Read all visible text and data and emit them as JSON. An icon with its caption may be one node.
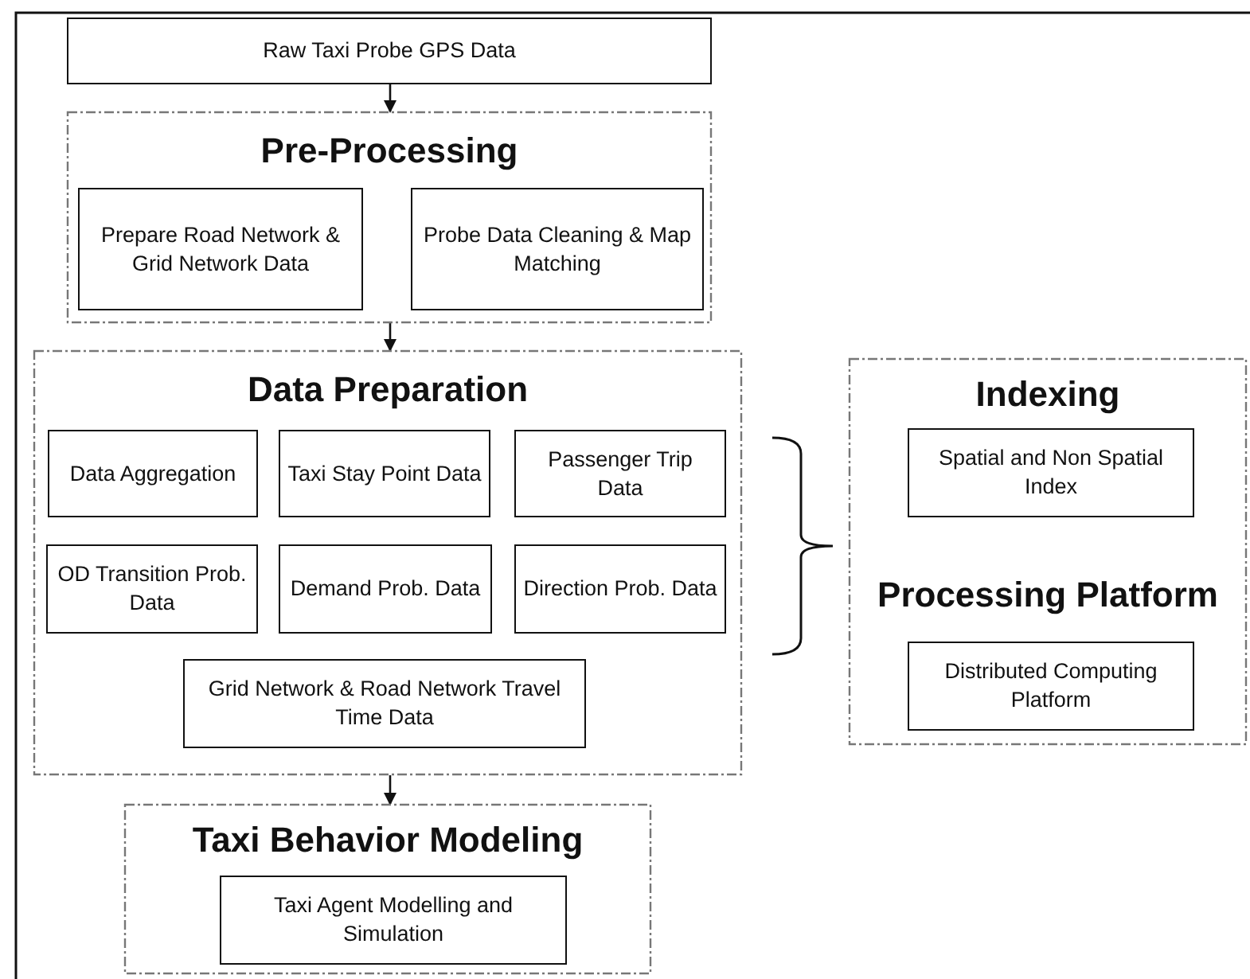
{
  "diagram": {
    "nodes": [
      {
        "text": [
          "Raw Taxi Probe GPS Data"
        ]
      },
      {
        "text": [
          "Pre-Processing"
        ]
      },
      {
        "text": [
          "Prepare Road Network &  Grid Network Data"
        ],
        "in": 1
      },
      {
        "text": [
          "Probe Data Cleaning & Map Matching"
        ],
        "in": 1
      },
      {
        "text": [
          "Data Preparation"
        ]
      },
      {
        "text": [
          "Data Aggregation"
        ],
        "in": 4
      },
      {
        "text": [
          "Taxi Stay Point Data"
        ],
        "in": 4
      },
      {
        "text": [
          "Passenger Trip Data"
        ],
        "in": 4
      },
      {
        "text": [
          "OD Transition Prob. Data"
        ],
        "in": 4
      },
      {
        "text": [
          "Demand Prob. Data"
        ],
        "in": 4
      },
      {
        "text": [
          "Direction Prob. Data"
        ],
        "in": 4
      },
      {
        "text": [
          "Grid Network & Road Network Travel Time Data"
        ],
        "in": 4
      },
      {
        "text": [
          "Indexing",
          "Processing Platform"
        ]
      },
      {
        "text": [
          "Spatial and Non Spatial Index"
        ],
        "in": 12
      },
      {
        "text": [
          "Distributed Computing Platform"
        ],
        "in": 12
      },
      {
        "text": [
          "Taxi Behavior Modeling"
        ]
      },
      {
        "text": [
          "Taxi Agent Modelling and Simulation"
        ],
        "in": 15
      }
    ],
    "edges": [
      {
        "from": 0,
        "to": 1,
        "arrow": "to"
      },
      {
        "from": 1,
        "to": 4,
        "arrow": "to"
      },
      {
        "from": 4,
        "to": 15,
        "arrow": "to"
      }
    ]
  }
}
